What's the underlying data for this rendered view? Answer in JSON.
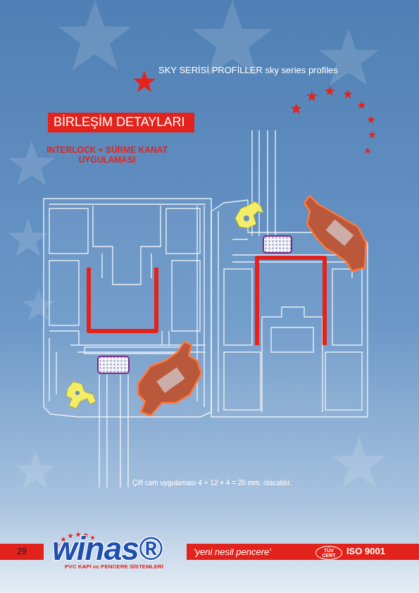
{
  "diagram": {
    "title": "SKY SERİSİ PROFİLLER sky series profiles",
    "caption": "Çift cam uygulaması 4 + 12 + 4 = 20 mm. olacaktır.",
    "nodes": [
      {
        "text": [
          "BİRLEŞİM DETAYLARI"
        ]
      },
      {
        "text": [
          "29"
        ]
      },
      {
        "text": [
          "'yeni nesil pencere'"
        ]
      }
    ],
    "labels": [
      "INTERLOCK + SÜRME KANAT UYGULAMASI",
      "winas®",
      "PVC KAPI ve PENCERE SİSTEMLERİ",
      "TÜV CERT",
      "ISO 9001"
    ]
  }
}
